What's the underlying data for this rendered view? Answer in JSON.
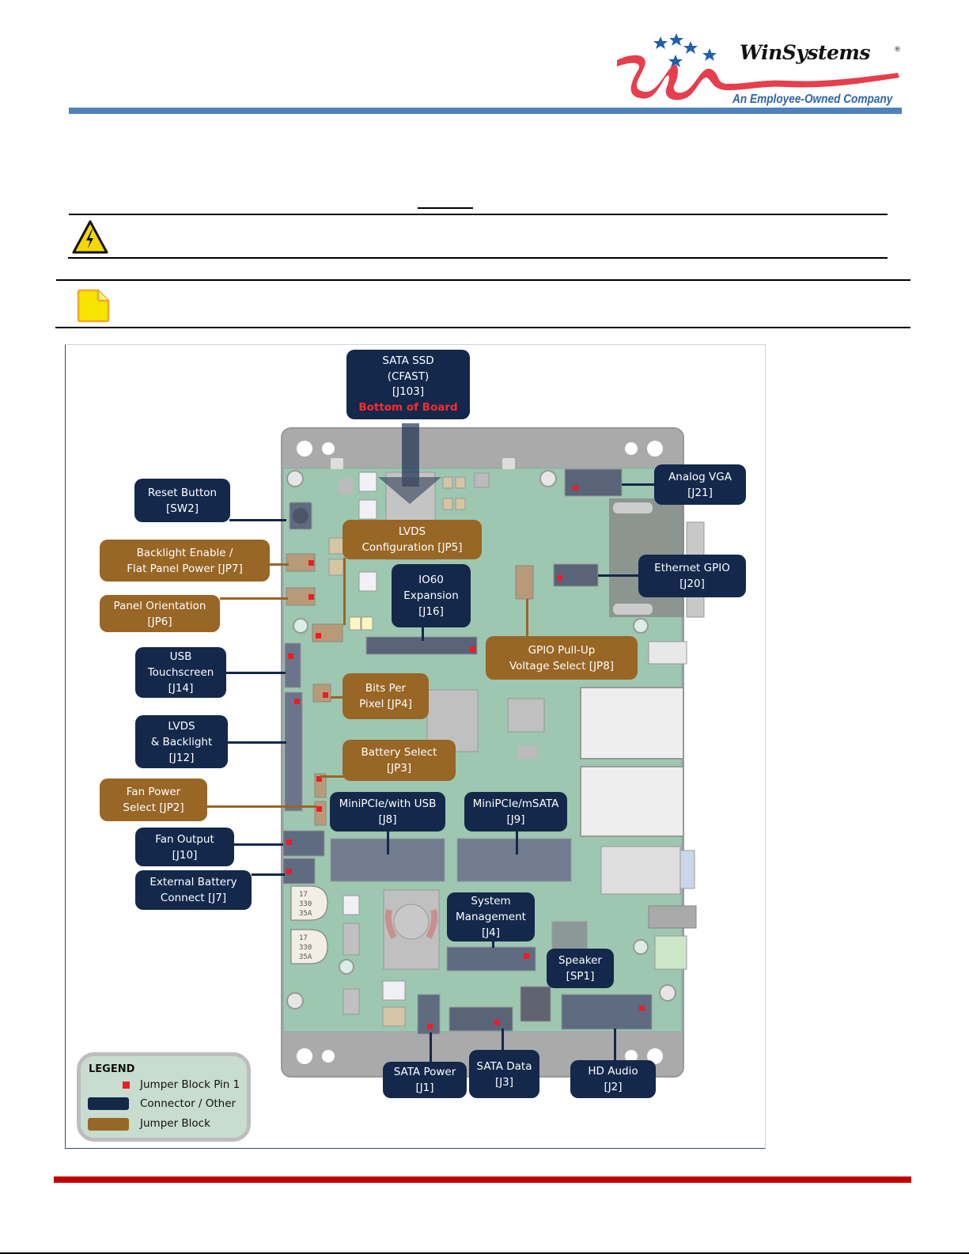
{
  "header": {
    "brand_name": "WinSystems",
    "brand_reg": "®",
    "tagline": "An Employee-Owned Company",
    "bar_color": "#4f81bd"
  },
  "notices": {
    "warning_icon": "high-voltage-warning-icon",
    "note_icon": "note-icon"
  },
  "diagram": {
    "callouts": {
      "sata_ssd": {
        "l1": "SATA SSD",
        "l2": "(CFAST)",
        "l3": "[J103]",
        "l4": "Bottom of Board"
      },
      "reset": {
        "l1": "Reset Button",
        "l2": "[SW2]"
      },
      "backlight": {
        "l1": "Backlight Enable /",
        "l2": "Flat Panel Power [JP7]"
      },
      "panel_orient": {
        "l1": "Panel Orientation",
        "l2": "[JP6]"
      },
      "lvds_config": {
        "l1": "LVDS",
        "l2": "Configuration [JP5]"
      },
      "io60": {
        "l1": "IO60",
        "l2": "Expansion",
        "l3": "[J16]"
      },
      "analog_vga": {
        "l1": "Analog VGA",
        "l2": "[J21]"
      },
      "eth_gpio": {
        "l1": "Ethernet GPIO",
        "l2": "[J20]"
      },
      "gpio_pullup": {
        "l1": "GPIO Pull-Up",
        "l2": "Voltage Select [JP8]"
      },
      "usb_touch": {
        "l1": "USB",
        "l2": "Touchscreen",
        "l3": "[J14]"
      },
      "bits_pixel": {
        "l1": "Bits Per",
        "l2": "Pixel [JP4]"
      },
      "lvds_backlight": {
        "l1": "LVDS",
        "l2": "& Backlight",
        "l3": "[J12]"
      },
      "battery_select": {
        "l1": "Battery Select",
        "l2": "[JP3]"
      },
      "fan_power": {
        "l1": "Fan Power",
        "l2": "Select [JP2]"
      },
      "minipcie_usb": {
        "l1": "MiniPCIe/with USB",
        "l2": "[J8]"
      },
      "minipcie_msata": {
        "l1": "MiniPCIe/mSATA",
        "l2": "[J9]"
      },
      "fan_output": {
        "l1": "Fan Output",
        "l2": "[J10]"
      },
      "ext_battery": {
        "l1": "External Battery",
        "l2": "Connect [J7]"
      },
      "sys_mgmt": {
        "l1": "System",
        "l2": "Management",
        "l3": "[J4]"
      },
      "speaker": {
        "l1": "Speaker",
        "l2": "[SP1]"
      },
      "sata_power": {
        "l1": "SATA Power",
        "l2": "[J1]"
      },
      "sata_data": {
        "l1": "SATA Data",
        "l2": "[J3]"
      },
      "hd_audio": {
        "l1": "HD Audio",
        "l2": "[J2]"
      }
    },
    "capacitor_label": {
      "l1": "17",
      "l2": "330",
      "l3": "35A"
    },
    "legend": {
      "title": "LEGEND",
      "items": [
        {
          "label": "Jumper Block Pin 1",
          "color": "#ee1c24"
        },
        {
          "label": "Connector / Other",
          "color": "#13284b"
        },
        {
          "label": "Jumper Block",
          "color": "#986625"
        }
      ]
    }
  },
  "footer": {
    "bar_color": "#c00000"
  }
}
